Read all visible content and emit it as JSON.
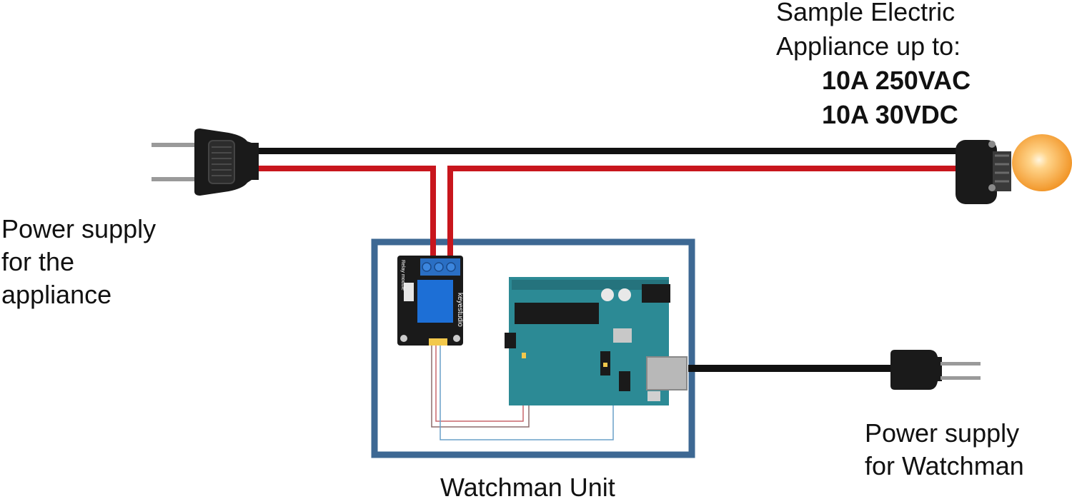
{
  "labels": {
    "appliance_title_line1": "Sample Electric",
    "appliance_title_line2": "Appliance up to:",
    "rating_ac": "10A 250VAC",
    "rating_dc": "10A 30VDC",
    "power_appliance_line1": "Power supply",
    "power_appliance_line2": "for the",
    "power_appliance_line3": "appliance",
    "watchman_unit": "Watchman Unit",
    "power_watchman_line1": "Power supply",
    "power_watchman_line2": "for Watchman"
  },
  "relay_module": {
    "brand": "keyestudio",
    "name": "Relay module"
  },
  "colors": {
    "live_wire": "#c8161d",
    "neutral_wire": "#111111",
    "unit_frame": "#3d6893",
    "arduino_board": "#2c8a95",
    "relay_board": "#1a1a1a",
    "relay_terminal": "#2a6fc4",
    "relay_coil": "#1d6fd6",
    "bulb_glow": "#f7a93a"
  },
  "icons": {
    "plug_left": "two-prong-plug-icon",
    "plug_right": "two-prong-plug-icon",
    "bulb": "light-bulb-icon",
    "relay": "relay-module-icon",
    "microcontroller": "arduino-board-icon"
  }
}
